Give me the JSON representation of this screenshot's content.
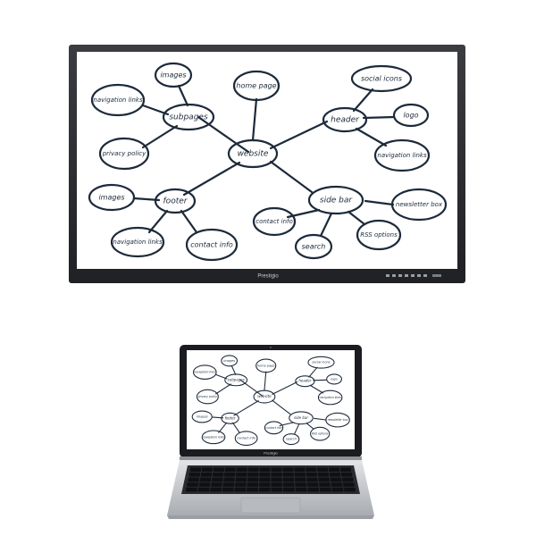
{
  "brand": "Prestigio",
  "mindmap": {
    "center": "website",
    "nodes": {
      "home_page": "home page",
      "subpages": "subpages",
      "header": "header",
      "footer": "footer",
      "side_bar": "side bar",
      "images_top": "images",
      "navigation_links_top": "navigation links",
      "privacy_policy": "privacy policy",
      "social_icons": "social icons",
      "logo": "logo",
      "navigation_links_header": "navigation links",
      "newsletter_box": "newsletter box",
      "contact_info_side": "contact info",
      "search": "search",
      "rss_options": "RSS options",
      "images_footer": "images",
      "navigation_links_footer": "navigation links",
      "contact_info_footer": "contact info"
    }
  },
  "colors": {
    "bezel": "#2b2d31",
    "screen": "#ffffff",
    "ink": "#1d2a3a",
    "laptop_body": "#c9cbce",
    "keyboard": "#1b1c1f"
  }
}
